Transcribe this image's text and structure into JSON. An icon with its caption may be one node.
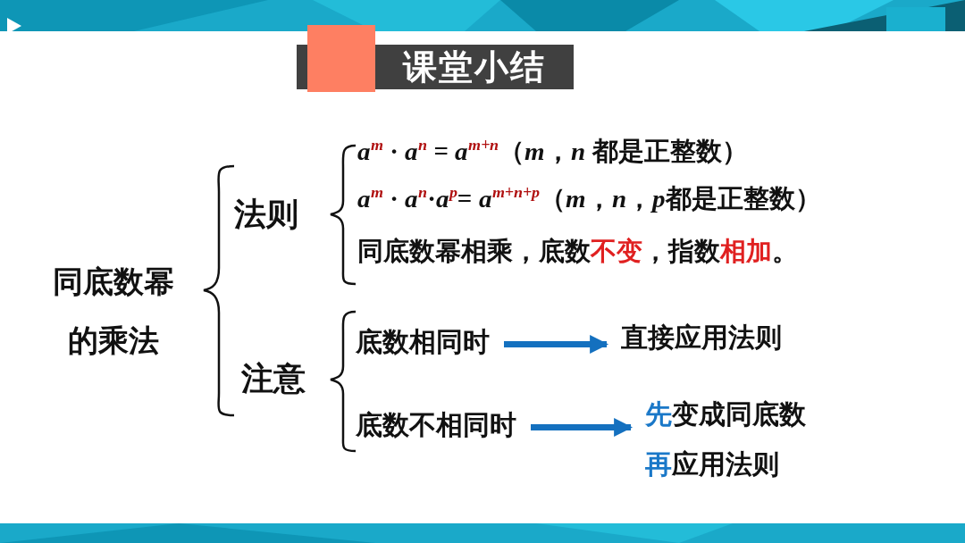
{
  "diagram": {
    "title": "课堂小结",
    "nodes": [
      {
        "text": [
          "同底数幂的乘法"
        ]
      },
      {
        "text": [
          "法则"
        ]
      },
      {
        "text": [
          "a$^{m}$ · a$^{n}$ = a$^{m+n}$（m，n 都是正整数）"
        ]
      },
      {
        "text": [
          "a$^{m}$ · a$^{n}$·a$^{p}$= a$^{m+n+p}$（m，n，p都是正整数）"
        ]
      },
      {
        "text": [
          "同底数幂相乘，底数**不变**，指数**相加**。"
        ]
      },
      {
        "text": [
          "注意"
        ]
      },
      {
        "text": [
          "底数相同时"
        ]
      },
      {
        "text": [
          "直接应用法则"
        ]
      },
      {
        "text": [
          "底数不相同时"
        ]
      },
      {
        "text": [
          "先变成同底数",
          "再应用法则"
        ]
      }
    ],
    "edges": [
      {
        "from": 6,
        "to": 7,
        "arrow": "to"
      },
      {
        "from": 8,
        "to": 9,
        "arrow": "to"
      }
    ]
  }
}
